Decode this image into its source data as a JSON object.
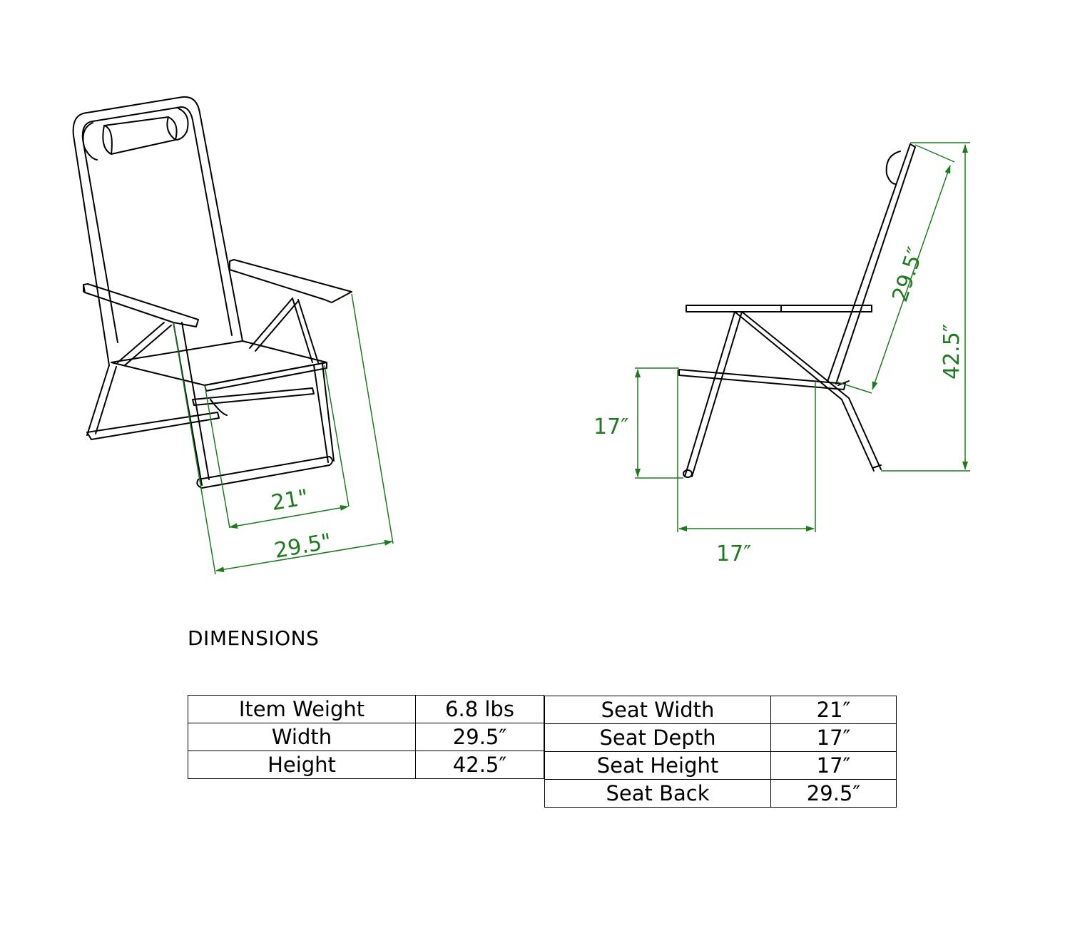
{
  "heading": "DIMENSIONS",
  "dimension_labels": {
    "front_seat_width": "21\"",
    "front_overall_width": "29.5\"",
    "side_seat_height": "17″",
    "side_seat_depth": "17″",
    "side_seat_back": "29.5″",
    "side_overall_height": "42.5″"
  },
  "colors": {
    "dimension": "#1f7a1f",
    "line": "#000000"
  },
  "table_left": [
    {
      "label": "Item Weight",
      "value": "6.8 lbs"
    },
    {
      "label": "Width",
      "value": "29.5″"
    },
    {
      "label": "Height",
      "value": "42.5″"
    }
  ],
  "table_right": [
    {
      "label": "Seat Width",
      "value": "21″"
    },
    {
      "label": "Seat Depth",
      "value": "17″"
    },
    {
      "label": "Seat Height",
      "value": "17″"
    },
    {
      "label": "Seat Back",
      "value": "29.5″"
    }
  ]
}
